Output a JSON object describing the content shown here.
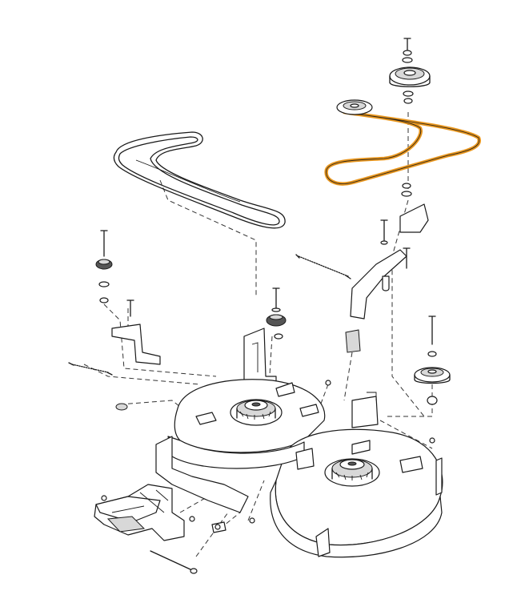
{
  "diagram": {
    "labels": [],
    "colors": {
      "line": "#1a1a1a",
      "highlighted_belt": "#e8961e",
      "background": "#ffffff"
    },
    "parts": [
      "deck-housing",
      "left-spindle-pulley",
      "right-spindle-pulley",
      "deck-drive-belt",
      "highlighted-belt",
      "upper-double-pulley",
      "idler-pulley-right",
      "idler-pulley-left",
      "idler-arm",
      "bracket-left",
      "springs",
      "hanger-bracket",
      "hanger-pin",
      "bolts"
    ]
  }
}
